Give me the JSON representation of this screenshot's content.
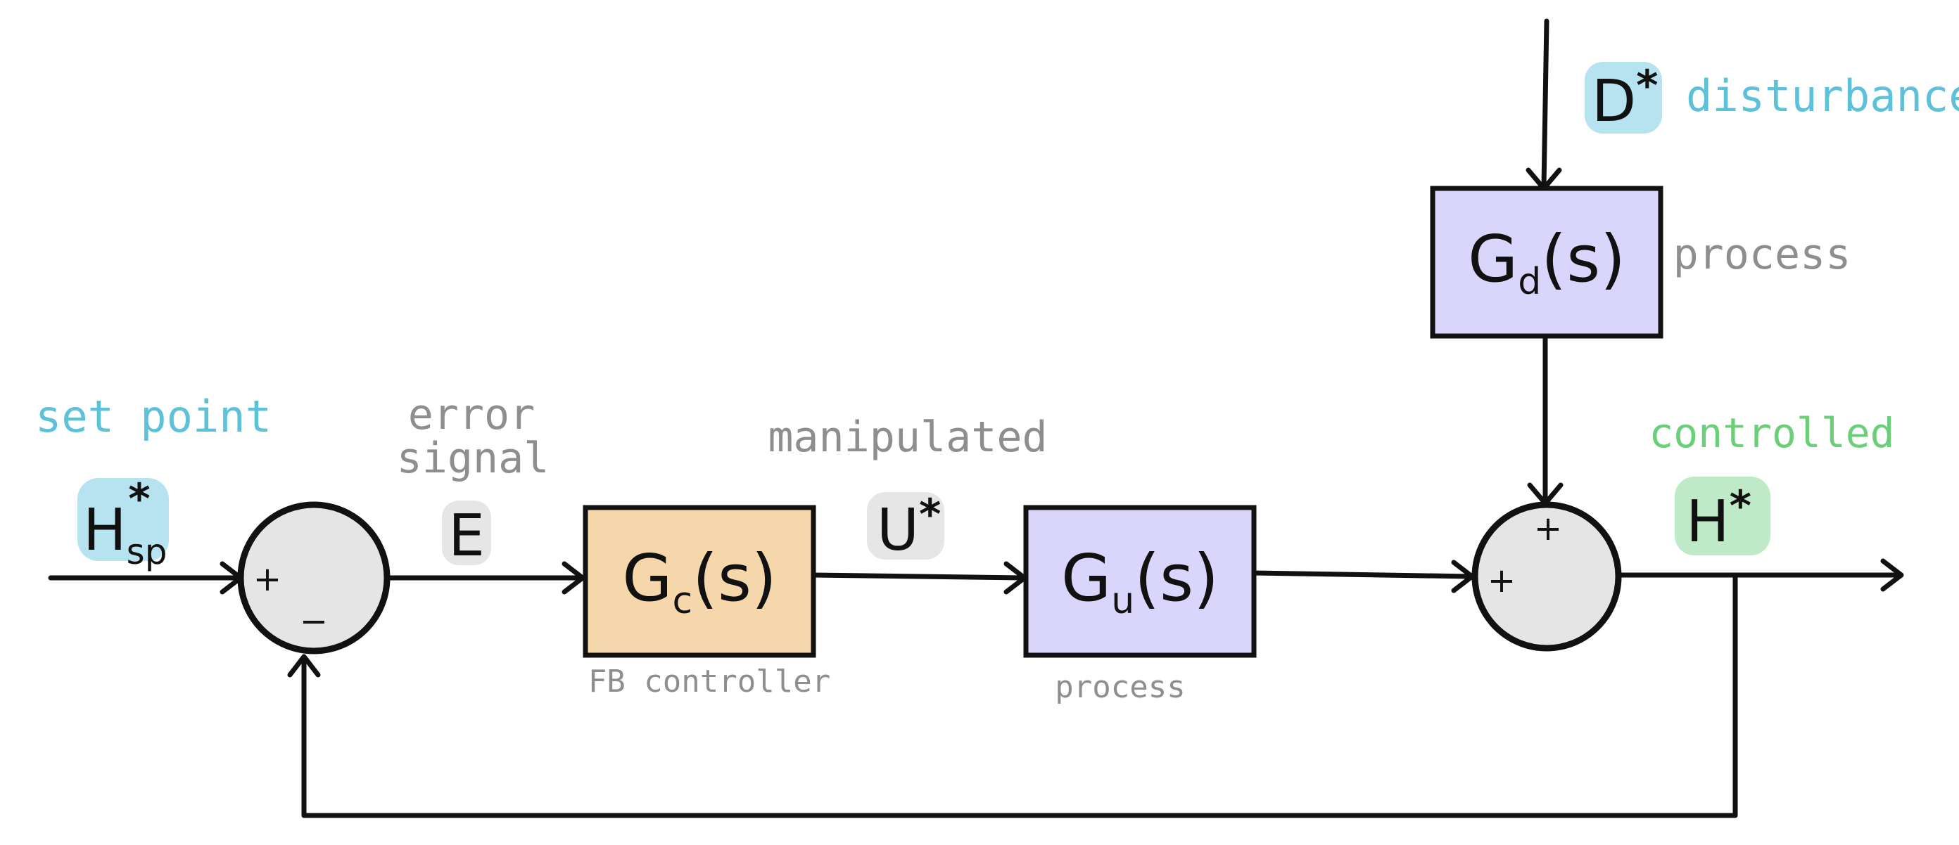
{
  "colors": {
    "line": "#111111",
    "controller_fill": "#f6d7ab",
    "process_fill": "#dad6fb",
    "sum_fill": "#e5e5e5",
    "annotation_gray": "#8e8e8e",
    "annotation_blue": "#5ec1da",
    "annotation_green": "#6bce78",
    "highlight_blue": "#b6e3ef",
    "highlight_gray": "#e6e6e6",
    "highlight_green": "#bfeac7"
  },
  "blocks": {
    "controller": {
      "symbol": "G",
      "subscript": "c",
      "argument": "(s)",
      "caption": "FB controller"
    },
    "process": {
      "symbol": "G",
      "subscript": "u",
      "argument": "(s)",
      "caption": "process"
    },
    "disturbance_process": {
      "symbol": "G",
      "subscript": "d",
      "argument": "(s)",
      "caption": "process"
    }
  },
  "signals": {
    "set_point": {
      "symbol": "H",
      "superscript": "*",
      "subscript": "sp",
      "label": "set point"
    },
    "error": {
      "symbol": "E",
      "label_line1": "error",
      "label_line2": "signal"
    },
    "manipulated": {
      "symbol": "U",
      "superscript": "*",
      "label": "manipulated"
    },
    "disturbance": {
      "symbol": "D",
      "superscript": "*",
      "label": "disturbance"
    },
    "controlled": {
      "symbol": "H",
      "superscript": "*",
      "label": "controlled"
    }
  },
  "summing_junctions": {
    "comparator": {
      "sign_input": "+",
      "sign_feedback": "−"
    },
    "output_sum": {
      "sign_left": "+",
      "sign_top": "+"
    }
  }
}
